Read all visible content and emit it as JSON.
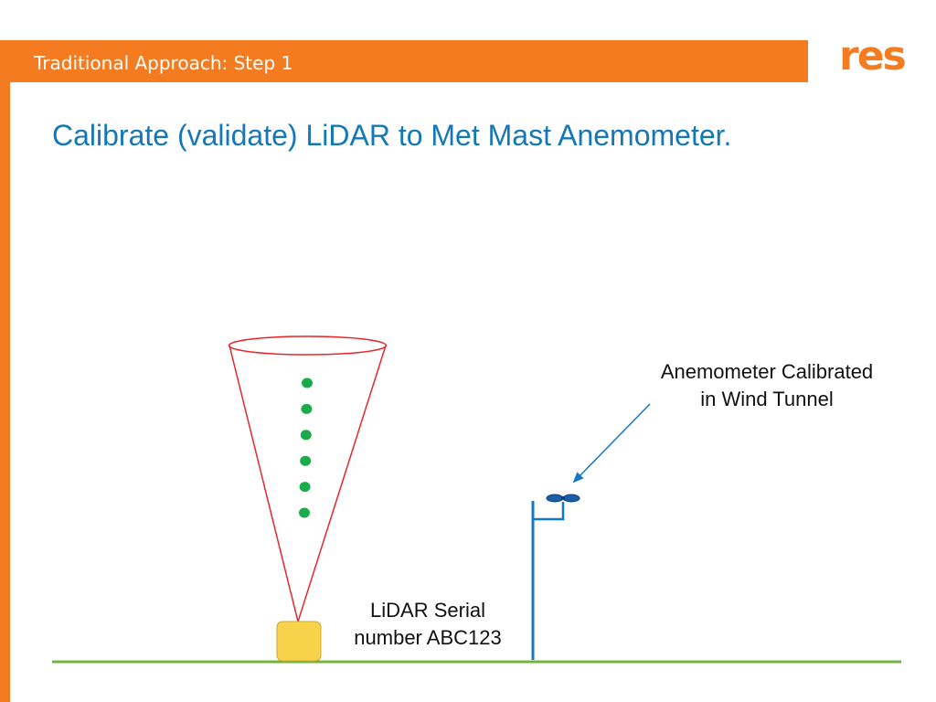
{
  "slide": {
    "header": "Traditional Approach: Step 1",
    "logo": "res",
    "title": "Calibrate (validate) LiDAR to Met Mast Anemometer."
  },
  "labels": {
    "anemometer_line1": "Anemometer Calibrated",
    "anemometer_line2": "in Wind Tunnel",
    "lidar_line1": "LiDAR Serial",
    "lidar_line2": "number ABC123"
  },
  "colors": {
    "accent_orange": "#f47b20",
    "title_blue": "#1478b8",
    "cone_red": "#e8262b",
    "dot_green": "#1aab4b",
    "lidar_yellow": "#f9d24b",
    "mast_blue": "#1478c8",
    "ground_green": "#74b33f"
  },
  "diagram": {
    "measurement_points": 6
  }
}
